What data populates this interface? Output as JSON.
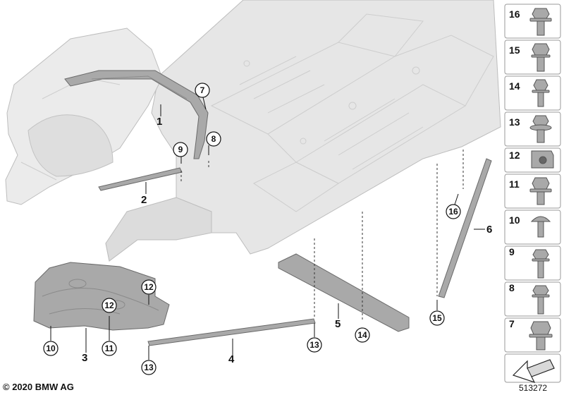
{
  "callouts": {
    "c1": "1",
    "c2": "2",
    "c3": "3",
    "c4": "4",
    "c5": "5",
    "c6": "6",
    "c7": "7",
    "c8": "8",
    "c9": "9",
    "c10": "10",
    "c11": "11",
    "c12a": "12",
    "c12b": "12",
    "c13a": "13",
    "c13b": "13",
    "c14": "14",
    "c15": "15",
    "c16": "16"
  },
  "legend": {
    "items": [
      "16",
      "15",
      "14",
      "13",
      "12",
      "11",
      "10",
      "9",
      "8",
      "7"
    ]
  },
  "footer": {
    "copyright": "© 2020 BMW AG",
    "reference": "513272"
  },
  "colors": {
    "body_shell": "#e4e4e4",
    "body_outline": "#b8b8b8",
    "part_fill": "#a9a9a9",
    "part_outline": "#6a6a6a",
    "panel_border": "#9a9a9a",
    "text": "#111111"
  }
}
